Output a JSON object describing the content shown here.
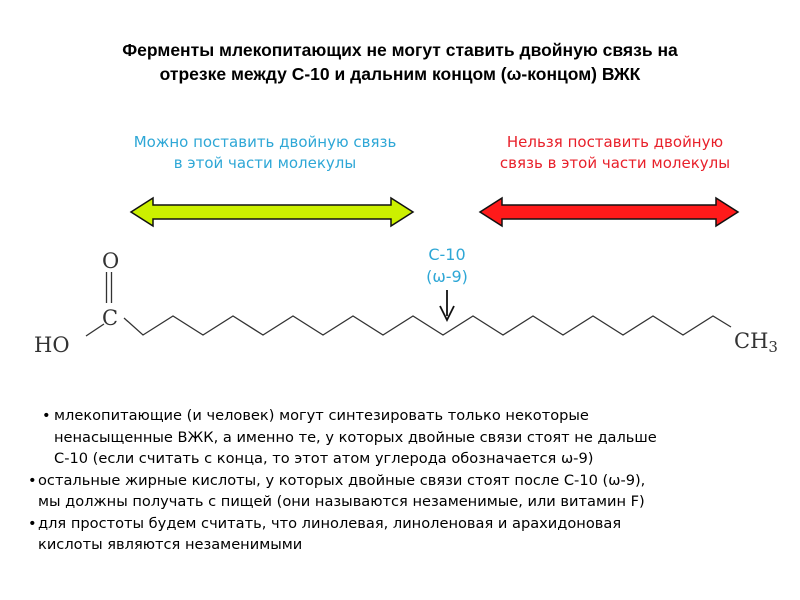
{
  "title": {
    "line1": "Ферменты млекопитающих не могут ставить двойную связь на",
    "line2": "отрезке между С-10 и дальним концом (ω-концом) ВЖК"
  },
  "left_label": {
    "line1": "Можно поставить двойную связь",
    "line2": "в этой части молекулы",
    "color": "#2ea7d6"
  },
  "right_label": {
    "line1": "Нельзя поставить двойную",
    "line2": "связь в этой части молекулы",
    "color": "#e8202a"
  },
  "arrows": {
    "left_fill": "#ccf000",
    "right_fill": "#ff1a1a"
  },
  "marker": {
    "line1": "С-10",
    "line2": "(ω-9)",
    "color": "#2ea7d6"
  },
  "molecule": {
    "o_label": "O",
    "c_label": "C",
    "ho_label": "HO",
    "ch3_label": "CH",
    "ch3_subscript": "3"
  },
  "bullets": [
    {
      "lines": [
        "млекопитающие (и человек) могут синтезировать только некоторые",
        "ненасыщенные ВЖК, а именно те, у которых двойные связи стоят не дальше",
        "С-10 (если считать с конца, то этот атом углерода обозначается ω-9)"
      ]
    },
    {
      "lines": [
        "остальные жирные кислоты, у которых двойные связи стоят после С-10 (ω-9),",
        "мы должны получать с пищей (они называются незаменимые, или витамин F)"
      ]
    },
    {
      "lines": [
        "для простоты будем считать, что линолевая, линоленовая и арахидоновая",
        "кислоты являются незаменимыми"
      ]
    }
  ]
}
